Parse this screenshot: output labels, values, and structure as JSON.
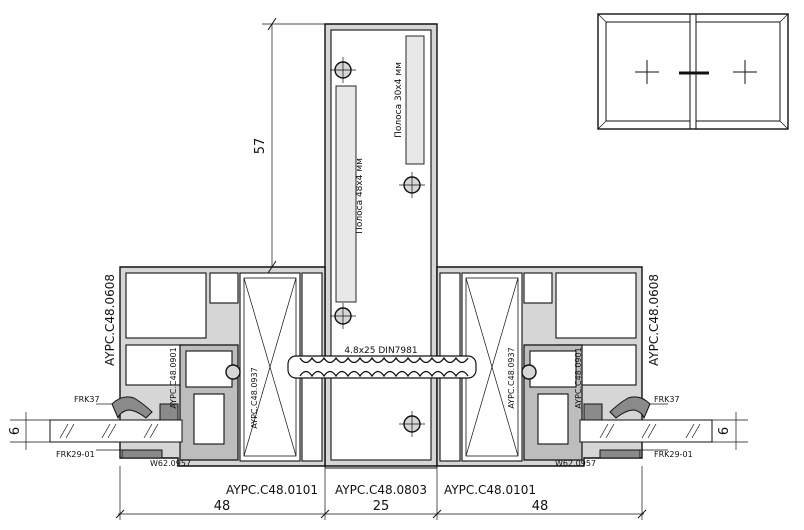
{
  "profiles": {
    "frame_left": "AYPC.C48.0608",
    "frame_right": "AYPC.C48.0608",
    "sash_left": "AYPC.C48.0901",
    "sash_right": "AYPC.C48.0901",
    "insert_left": "AYPC.C48.0937",
    "insert_right": "AYPC.C48.0937",
    "mullion_bottom_left": "AYPC.C48.0101",
    "mullion_bottom_center": "AYPC.C48.0803",
    "mullion_bottom_right": "AYPC.C48.0101"
  },
  "strips": {
    "strip_48": "Полоса 48х4 мм",
    "strip_30": "Полоса 30х4 мм"
  },
  "screw": "4.8x25 DIN7981",
  "gaskets": {
    "top_left": "FRK37",
    "bottom_left": "FRK29-01",
    "top_right": "FRK37",
    "bottom_right": "FRK29-01",
    "w_left": "W62.0957",
    "w_right": "W62.0957"
  },
  "dimensions": {
    "height_top": "57",
    "glass_left": "6",
    "glass_right": "6",
    "width_left": "48",
    "width_center": "25",
    "width_right": "48"
  }
}
